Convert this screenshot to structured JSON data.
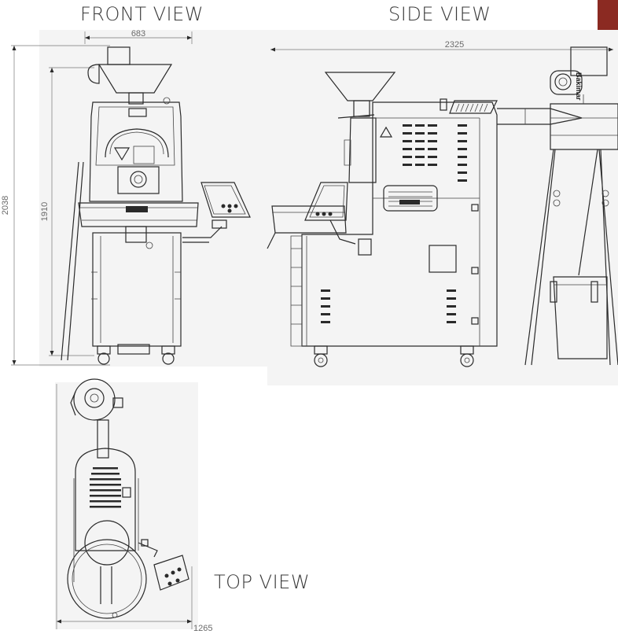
{
  "titles": {
    "front": "FRONT VIEW",
    "side": "SIDE VIEW",
    "top": "TOP VIEW"
  },
  "dimensions": {
    "front_width": "683",
    "side_length": "2325",
    "total_height": "2038",
    "body_height": "1910",
    "top_length": "1265"
  },
  "side_machine_label": "Bakimar",
  "colors": {
    "accent": "#8b2a22",
    "panel": "#f4f4f4",
    "line": "#2a2a2a"
  }
}
